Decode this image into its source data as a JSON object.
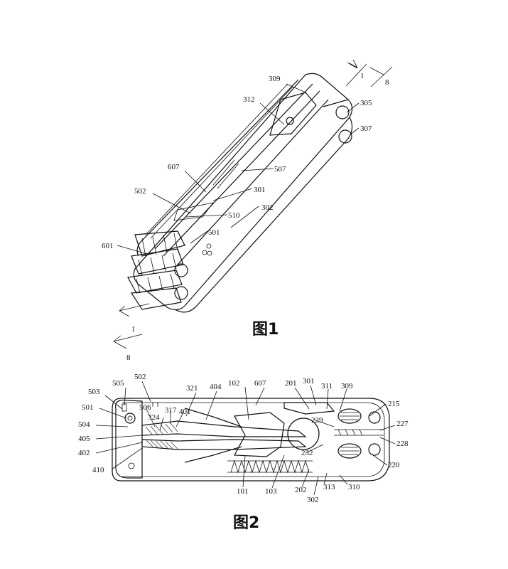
{
  "figure1": {
    "caption": "图1",
    "section_marks": [
      "1",
      "8",
      "1",
      "8"
    ],
    "labels": [
      {
        "id": "309",
        "text": "309"
      },
      {
        "id": "312",
        "text": "312"
      },
      {
        "id": "305",
        "text": "305"
      },
      {
        "id": "307",
        "text": "307"
      },
      {
        "id": "607",
        "text": "607"
      },
      {
        "id": "507",
        "text": "507"
      },
      {
        "id": "502",
        "text": "502"
      },
      {
        "id": "301",
        "text": "301"
      },
      {
        "id": "510",
        "text": "510"
      },
      {
        "id": "302",
        "text": "302"
      },
      {
        "id": "501",
        "text": "501"
      },
      {
        "id": "601",
        "text": "601"
      }
    ]
  },
  "figure2": {
    "caption": "图2",
    "labels": [
      {
        "id": "505",
        "text": "505"
      },
      {
        "id": "502",
        "text": "502"
      },
      {
        "id": "321",
        "text": "321"
      },
      {
        "id": "404",
        "text": "404"
      },
      {
        "id": "102",
        "text": "102"
      },
      {
        "id": "607",
        "text": "607"
      },
      {
        "id": "201",
        "text": "201"
      },
      {
        "id": "301",
        "text": "301"
      },
      {
        "id": "311",
        "text": "311"
      },
      {
        "id": "309",
        "text": "309"
      },
      {
        "id": "503",
        "text": "503"
      },
      {
        "id": "501",
        "text": "501"
      },
      {
        "id": "506",
        "text": "506"
      },
      {
        "id": "317",
        "text": "317"
      },
      {
        "id": "401",
        "text": "401"
      },
      {
        "id": "504",
        "text": "504"
      },
      {
        "id": "324",
        "text": "324"
      },
      {
        "id": "405",
        "text": "405"
      },
      {
        "id": "402",
        "text": "402"
      },
      {
        "id": "410",
        "text": "410"
      },
      {
        "id": "215",
        "text": "215"
      },
      {
        "id": "229",
        "text": "229"
      },
      {
        "id": "227",
        "text": "227"
      },
      {
        "id": "228",
        "text": "228"
      },
      {
        "id": "232",
        "text": "232"
      },
      {
        "id": "220",
        "text": "220"
      },
      {
        "id": "101",
        "text": "101"
      },
      {
        "id": "103",
        "text": "103"
      },
      {
        "id": "202",
        "text": "202"
      },
      {
        "id": "313",
        "text": "313"
      },
      {
        "id": "310",
        "text": "310"
      },
      {
        "id": "302",
        "text": "302"
      }
    ]
  }
}
